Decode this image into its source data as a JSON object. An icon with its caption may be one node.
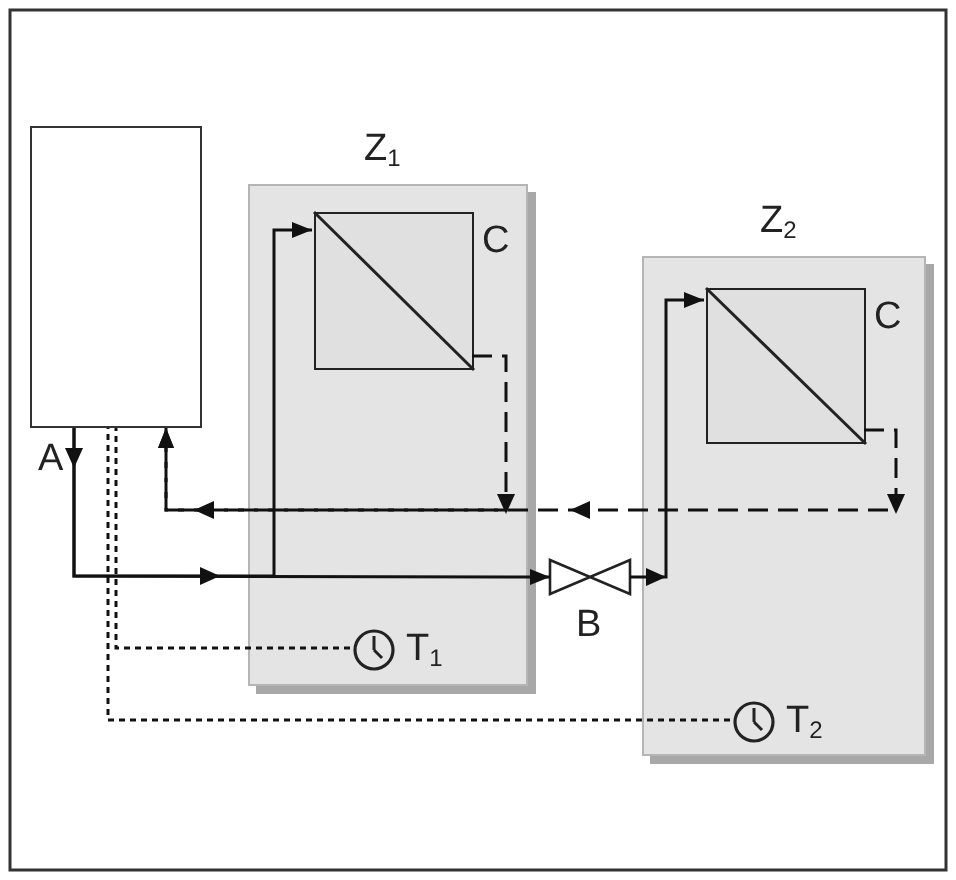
{
  "diagram": {
    "nodes": [
      {
        "text": [],
        "shape": "box",
        "beside": [
          "A"
        ]
      },
      {
        "text": [
          "Z$_{1}$"
        ]
      },
      {
        "text": [
          "C"
        ],
        "in": 1
      },
      {
        "text": [
          "Z$_{2}$"
        ]
      },
      {
        "text": [
          "C"
        ],
        "in": 3
      },
      {
        "text": [
          "B"
        ]
      },
      {
        "text": [
          "T$_{1}$"
        ],
        "in": 1
      },
      {
        "text": [
          "T$_{2}$"
        ],
        "in": 3
      }
    ],
    "edges": [
      {
        "from": 0,
        "to": 2,
        "arrow": "to"
      },
      {
        "from": 0,
        "to": 5,
        "arrow": "to"
      },
      {
        "from": 5,
        "to": 4,
        "arrow": "to"
      },
      {
        "from": 2,
        "to": 0,
        "arrow": "to",
        "style": "dashed"
      },
      {
        "from": 4,
        "to": 0,
        "arrow": "to",
        "style": "dashed"
      },
      {
        "from": 6,
        "to": 0,
        "arrow": "none",
        "style": "dashed"
      },
      {
        "from": 7,
        "to": 0,
        "arrow": "none",
        "style": "dashed"
      }
    ]
  }
}
